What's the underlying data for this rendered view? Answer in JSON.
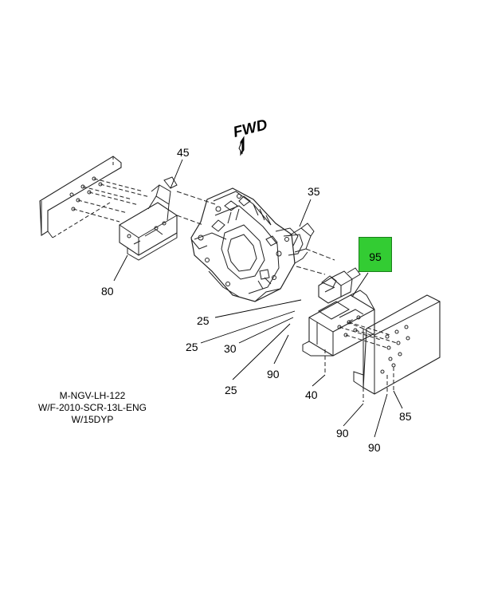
{
  "direction": {
    "arrow": "left-chevron-arrow-icon",
    "label": "FWD"
  },
  "callouts": {
    "c45": "45",
    "c35": "35",
    "c95": "95",
    "c80": "80",
    "c25a": "25",
    "c25b": "25",
    "c30": "30",
    "c90a": "90",
    "c25c": "25",
    "c40": "40",
    "c85": "85",
    "c90b": "90",
    "c90c": "90"
  },
  "highlight": {
    "part": "95",
    "color": "#33cc33"
  },
  "caption": {
    "line1": "M-NGV-LH-122",
    "line2": "W/F-2010-SCR-13L-ENG",
    "line3": "W/15DYP"
  },
  "parts": [
    "left-frame-rail-bracket",
    "left-engine-mount-bracket",
    "flywheel-housing",
    "right-isolator",
    "right-engine-mount-bracket",
    "right-frame-rail-bracket"
  ]
}
